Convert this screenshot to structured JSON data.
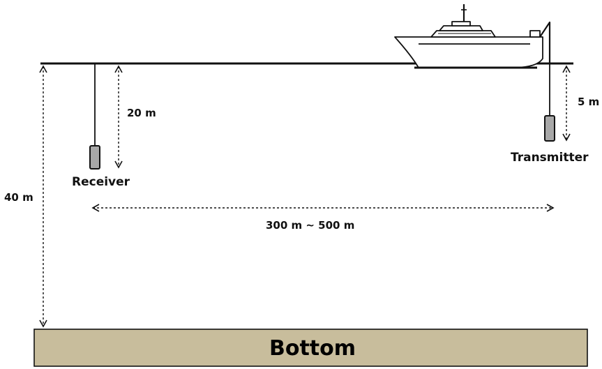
{
  "labels": {
    "receiver": "Receiver",
    "transmitter": "Transmitter",
    "bottom": "Bottom",
    "depth_water": "40 m",
    "depth_receiver": "20 m",
    "depth_transmitter": "5 m",
    "range": "300 m ~ 500 m"
  },
  "colors": {
    "seabed_fill": "#c8bd9c",
    "line": "#111111",
    "device_fill": "#a8a8a8"
  }
}
